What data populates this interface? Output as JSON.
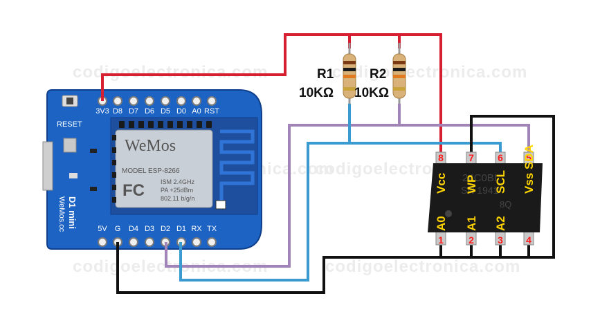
{
  "watermark": "codigoelectronica.com",
  "board": {
    "reset_label": "RESET",
    "top_pins": [
      "3V3",
      "D8",
      "D7",
      "D6",
      "D5",
      "D0",
      "A0",
      "RST"
    ],
    "bottom_pins": [
      "5V",
      "G",
      "D4",
      "D3",
      "D2",
      "D1",
      "RX",
      "TX"
    ],
    "module_brand": "WeMos",
    "module_model": "MODEL ESP-8266",
    "module_ism": "ISM 2.4GHz",
    "module_pa": "PA +25dBm",
    "module_std": "802.11 b/g/n",
    "module_fc": "FC",
    "side_name": "D1 mini",
    "side_site": "WeMos.cc"
  },
  "resistors": [
    {
      "name": "R1",
      "value": "10KΩ"
    },
    {
      "name": "R2",
      "value": "10KΩ"
    }
  ],
  "eeprom": {
    "top_pins": [
      {
        "num": "8",
        "label": "Vcc"
      },
      {
        "num": "7",
        "label": "WP"
      },
      {
        "num": "6",
        "label": "SCL"
      },
      {
        "num": "5",
        "label": "Vss SDA"
      }
    ],
    "bottom_pins": [
      {
        "num": "1",
        "label": "A0"
      },
      {
        "num": "2",
        "label": "A1"
      },
      {
        "num": "3",
        "label": "A2"
      },
      {
        "num": "4",
        "label": "Vss"
      }
    ],
    "marking_line1": "24C0BI",
    "marking_line2": "SN 1941",
    "marking_line3": "8Q"
  },
  "colors": {
    "vcc_wire": "#d62032",
    "gnd_wire": "#111111",
    "sda_wire": "#a084b8",
    "scl_wire": "#3a9bd0",
    "board": "#1d63c4",
    "chip": "#1a1a1a"
  }
}
